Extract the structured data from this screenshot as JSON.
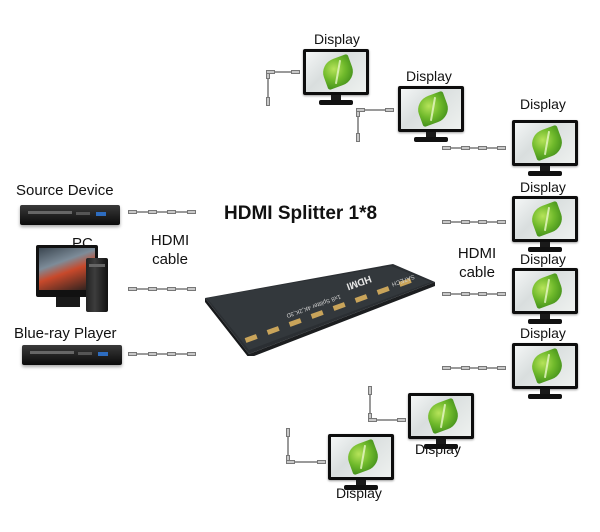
{
  "title": "HDMI Splitter 1*8",
  "sources": {
    "source_device": "Source Device",
    "pc": "PC",
    "bluray": "Blue-ray Player"
  },
  "cables": {
    "left": [
      "HDMI",
      "cable"
    ],
    "right": [
      "HDMI",
      "cable"
    ]
  },
  "display_label": "Display",
  "splitter": {
    "brand": "HDMI",
    "model": "1x8 Splitter 4K,2K,3D",
    "maker": "SATECH"
  }
}
